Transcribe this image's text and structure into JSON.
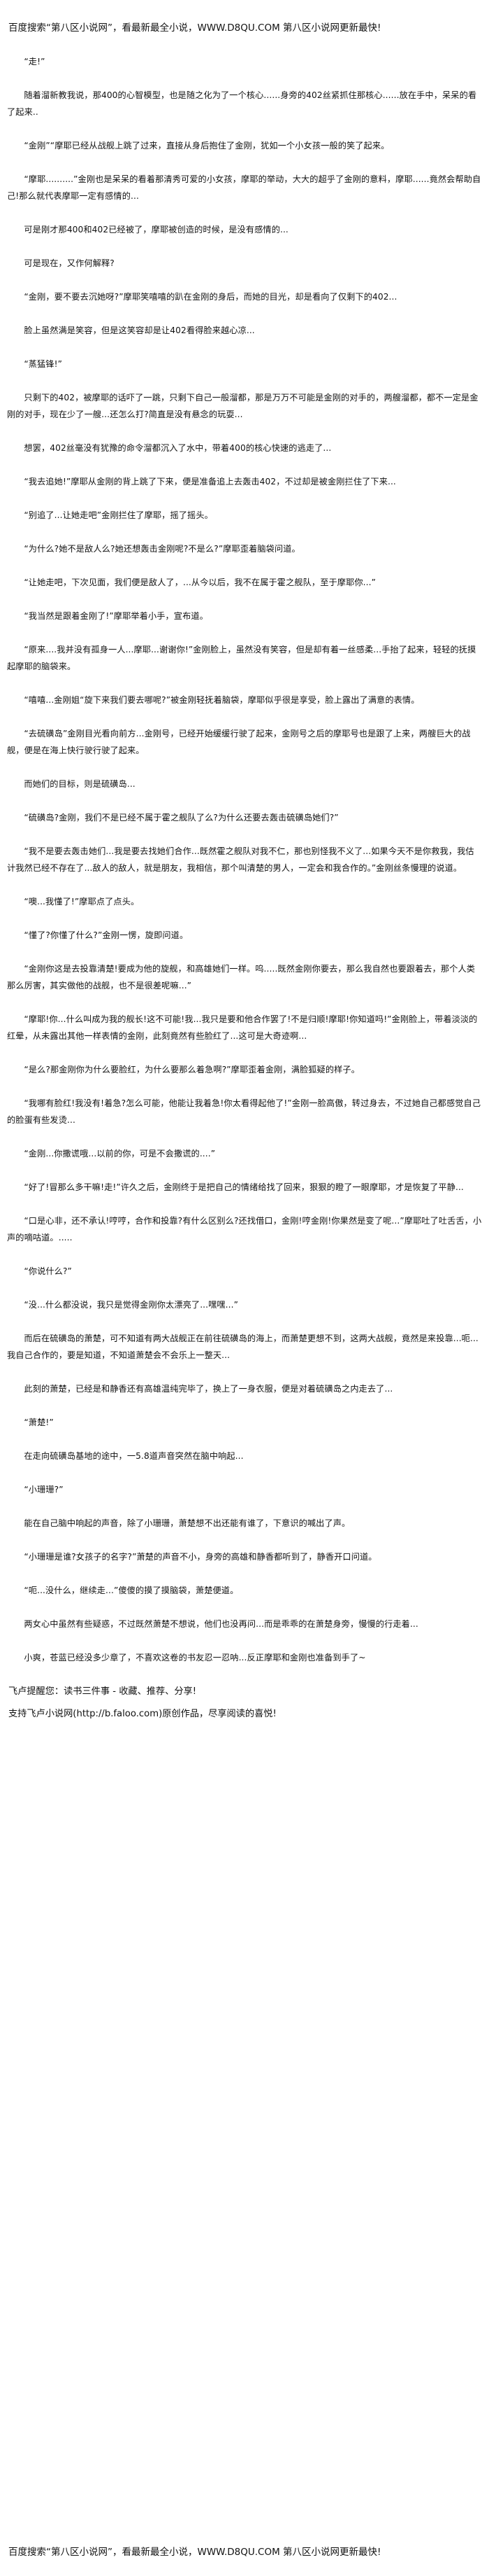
{
  "header": {
    "ad": "百度搜索“第八区小说网”，看最新最全小说，WWW.D8QU.COM  第八区小说网更新最快!"
  },
  "paragraphs": [
    "“走!”",
    "随着溜新教我说，那400的心智模型，也是随之化为了一个核心......身旁的402丝紧抓住那核心......放在手中，呆呆的看了起来..",
    "“金刚”“摩耶已经从战舰上跳了过来，直接从身后抱住了金刚，犹如一个小女孩一般的笑了起来。",
    "“摩耶..........”金刚也是呆呆的看着那清秀可爱的小女孩，摩耶的举动，大大的超乎了金刚的意料，摩耶......竟然会帮助自己!那么就代表摩耶一定有感情的...",
    "可是刚才那400和402已经被了，摩耶被创造的时候，是没有感情的...",
    "可是现在，又作何解释?",
    "“金刚，要不要去沉她呀?”摩耶笑嘻嘻的趴在金刚的身后，而她的目光，却是看向了仅剩下的402...",
    "脸上虽然满是笑容，但是这笑容却是让402看得脸来越心凉...",
    "“蒸猛锋!”",
    "只剩下的402，被摩耶的话吓了一跳，只剩下自己一般溜都，那是万万不可能是金刚的对手的，两艘溜都，都不一定是金刚的对手，现在少了一艘...还怎么打?简直是没有悬念的玩耍...",
    "想罢，402丝毫没有犹豫的命令溜都沉入了水中，带着400的核心快速的逃走了...",
    "“我去追她!”摩耶从金刚的背上跳了下来，便是准备追上去轰击402，不过却是被金刚拦住了下来...",
    "“别追了...让她走吧”金刚拦住了摩耶，摇了摇头。",
    "“为什么?她不是敌人么?她还想轰击金刚呢?不是么?”摩耶歪着脑袋问道。",
    "“让她走吧，下次见面，我们便是敌人了，...从今以后，我不在属于霍之舰队，至于摩耶你...”",
    "“我当然是跟着金刚了!”摩耶举着小手，宣布道。",
    "“原来....我并没有孤身一人...摩耶...谢谢你!”金刚脸上，虽然没有笑容，但是却有着一丝感柔...手抬了起来，轻轻的抚摸起摩耶的脑袋来。",
    "“嘻嘻...金刚姐“旋下来我们要去哪呢?”被金刚轻抚着脑袋，摩耶似乎很是享受，脸上露出了满意的表情。",
    "“去硫磺岛”金刚目光看向前方...金刚号，已经开始缓缓行驶了起来，金刚号之后的摩耶号也是跟了上来，两艘巨大的战舰，便是在海上快行驶行驶了起来。",
    "而她们的目标，则是硫磺岛...",
    "“硫磺岛?金刚，我们不是已经不属于霍之舰队了么?为什么还要去轰击硫磺岛她们?”",
    "“我不是要去轰击她们...我是要去找她们合作...既然霍之舰队对我不仁，那也别怪我不义了...如果今天不是你救我，我估计我然已经不存在了...敌人的敌人，就是朋友，我相信，那个叫清楚的男人，一定会和我合作的。”金刚丝条慢理的说道。",
    "“噢...我懂了!”摩耶点了点头。",
    "“懂了?你懂了什么?”金刚一愣，旋即问道。",
    "“金刚你这是去投靠清楚!要成为他的旋舰，和高雄她们一样。呜.....既然金刚你要去，那么我自然也要跟着去，那个人类那么厉害，其实做他的战舰，也不是很差呢嘛...”",
    "“摩耶!你...什么叫成为我的舰长!这不可能!我...我只是要和他合作罢了!不是归顺!摩耶!你知道吗!”金刚脸上，带着淡淡的红晕，从未露出其他一样表情的金刚，此刻竟然有些脸红了...这可是大奇迹啊...",
    "“是么?那金刚你为什么要脸红，为什么要那么着急啊?”摩耶歪着金刚，满脸狐疑的样子。",
    "“我哪有脸红!我没有!着急?怎么可能，他能让我着急!你太看得起他了!”金刚一脸高傲，转过身去，不过她自己都感觉自己的脸蛋有些发烫...",
    "“金刚...你撒谎哦...以前的你，可是不会撒谎的....”",
    "“好了!冒那么多干嘛!走!”许久之后，金刚终于是把自己的情绪给找了回来，狠狠的瞪了一眼摩耶，才是恢复了平静...",
    "“口是心非，还不承认!哼哼，合作和投靠?有什么区别么?还找借口，金刚!哼金刚!你果然是变了呢...”摩耶吐了吐舌舌，小声的嘀咕道。.....",
    "“你说什么?”",
    "“没...什么都没说，我只是觉得金刚你太漂亮了...嘿嘿...”",
    "而后在硫磺岛的萧楚，可不知道有两大战舰正在前往硫磺岛的海上，而萧楚更想不到，这两大战舰，竟然是来投靠...呃...我自己合作的，要是知道，不知道萧楚会不会乐上一整天...",
    "此刻的萧楚，已经是和静香还有高雄温纯完毕了，换上了一身衣服，便是对着硫磺岛之内走去了...",
    "“萧楚!”",
    "在走向硫磺岛基地的途中，一5.8道声音突然在脑中响起...",
    "“小珊珊?”",
    "能在自己脑中响起的声音，除了小珊珊，萧楚想不出还能有谁了，下意识的喊出了声。",
    "“小珊珊是谁?女孩子的名字?”萧楚的声音不小，身旁的高雄和静香都听到了，静香开口问道。",
    "“呃...没什么，继续走...”傻傻的摸了摸脑袋，萧楚便道。",
    "两女心中虽然有些疑惑，不过既然萧楚不想说，他们也没再问...而是乖乖的在萧楚身旁，慢慢的行走着...",
    "小爽，苍蓝已经没多少章了，不喜欢这卷的书友忍一忍呐...反正摩耶和金刚也准备到手了~"
  ],
  "footer": {
    "reminder": "飞卢提醒您：读书三件事 - 收藏、推荐、分享!",
    "support": "支持飞卢小说网(http://b.faloo.com)原创作品，尽享阅读的喜悦!"
  },
  "bottom_ad": "百度搜索“第八区小说网”，看最新最全小说，WWW.D8QU.COM  第八区小说网更新最快!"
}
